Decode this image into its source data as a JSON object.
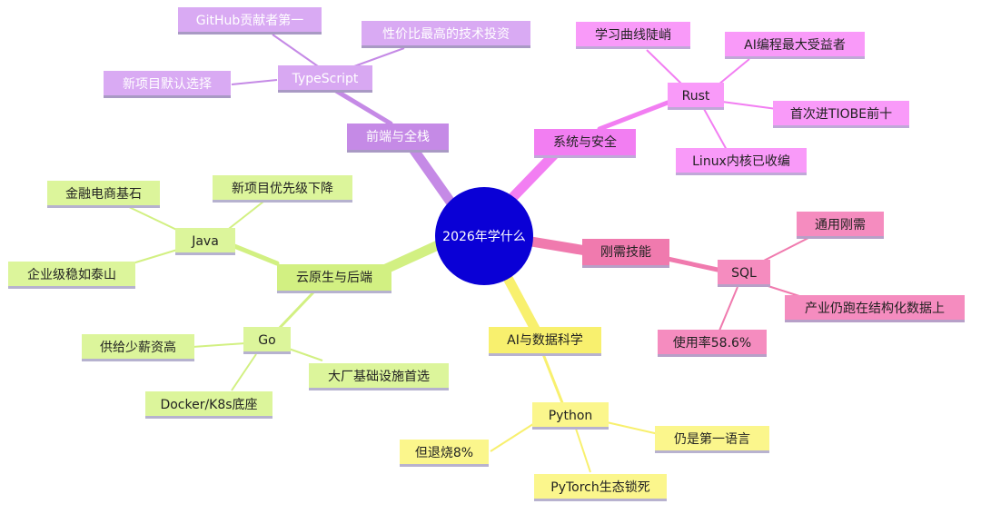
{
  "root": "2026年学什么",
  "colors": {
    "root": "#0a00d6",
    "frontend": "#c58ae6",
    "systems": "#f27ef2",
    "essential": "#f07aae",
    "backend": "#d2f082",
    "ai": "#f8f06e"
  },
  "frontend": {
    "title": "前端与全栈",
    "typescript": {
      "title": "TypeScript",
      "c1": "GitHub贡献者第一",
      "c2": "性价比最高的技术投资",
      "c3": "新项目默认选择"
    }
  },
  "systems": {
    "title": "系统与安全",
    "rust": {
      "title": "Rust",
      "c1": "学习曲线陡峭",
      "c2": "AI编程最大受益者",
      "c3": "首次进TIOBE前十",
      "c4": "Linux内核已收编"
    }
  },
  "essential": {
    "title": "刚需技能",
    "sql": {
      "title": "SQL",
      "c1": "通用刚需",
      "c2": "产业仍跑在结构化数据上",
      "c3": "使用率58.6%"
    }
  },
  "backend": {
    "title": "云原生与后端",
    "java": {
      "title": "Java",
      "c1": "金融电商基石",
      "c2": "新项目优先级下降",
      "c3": "企业级稳如泰山"
    },
    "go": {
      "title": "Go",
      "c1": "供给少薪资高",
      "c2": "大厂基础设施首选",
      "c3": "Docker/K8s底座"
    }
  },
  "ai": {
    "title": "AI与数据科学",
    "python": {
      "title": "Python",
      "c1": "仍是第一语言",
      "c2": "但退烧8%",
      "c3": "PyTorch生态锁死"
    }
  }
}
